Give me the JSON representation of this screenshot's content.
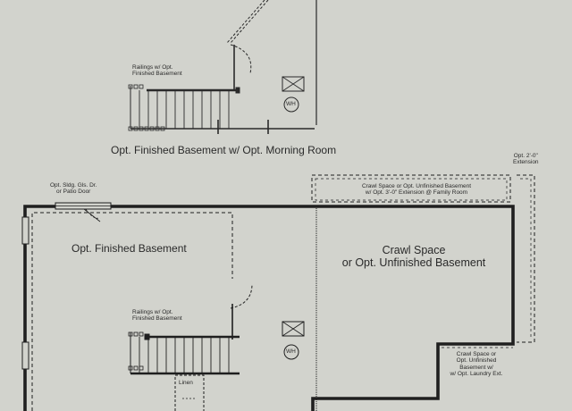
{
  "plan": {
    "upper": {
      "railings_label_1": "Railings w/ Opt.",
      "railings_label_2": "Finished Basement",
      "wh_label": "WH",
      "caption": "Opt. Finished Basement w/ Opt. Morning Room"
    },
    "lower": {
      "extension_label_1": "Opt. 2'-0\"",
      "extension_label_2": "Extension",
      "door_label_1": "Opt. Sldg. Gls. Dr.",
      "door_label_2": "or Patio Door",
      "crawl_ext_label_1": "Crawl Space or Opt. Unfinished Basement",
      "crawl_ext_label_2": "w/ Opt. 3'-0\" Extension @ Family Room",
      "finished_basement_label": "Opt. Finished Basement",
      "crawl_space_label_1": "Crawl Space",
      "crawl_space_label_2": "or Opt. Unfinished Basement",
      "railings_label_1": "Railings w/ Opt.",
      "railings_label_2": "Finished Basement",
      "wh_label": "WH",
      "linen_label": "Linen",
      "laundry_label_1": "Crawl Space or",
      "laundry_label_2": "Opt. Unfinished",
      "laundry_label_3": "Basement w/",
      "laundry_label_4": "w/ Opt. Laundry Ext."
    }
  }
}
